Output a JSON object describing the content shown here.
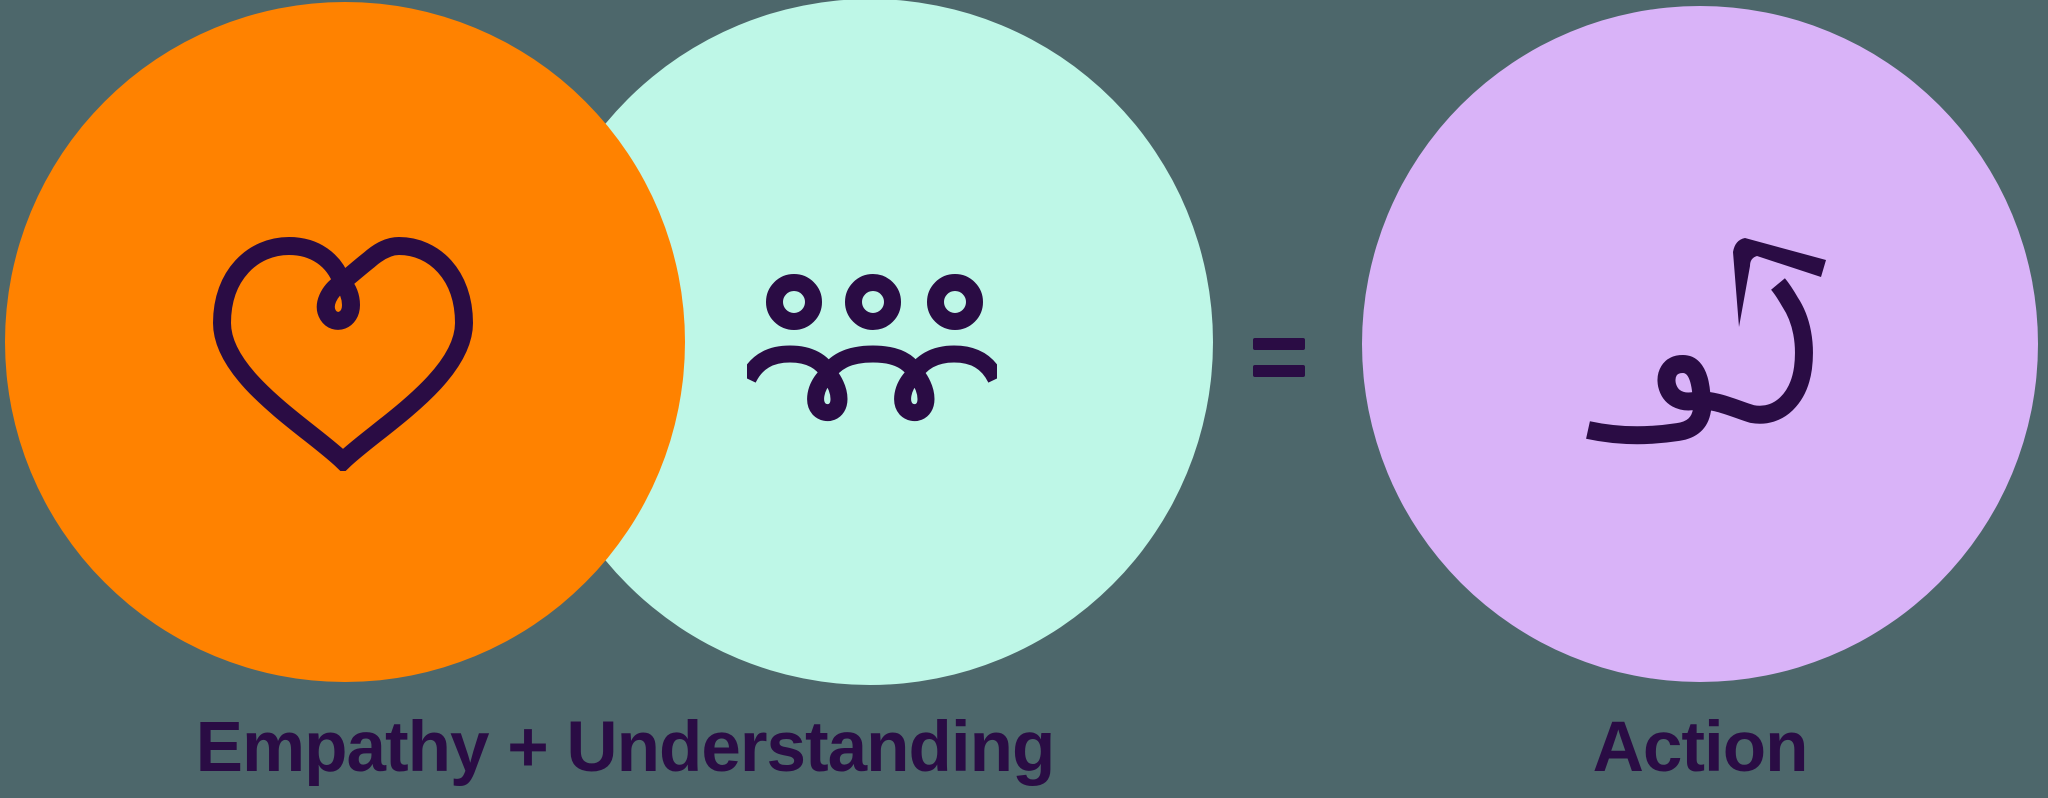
{
  "title": "Empathy plus Understanding equals Action diagram",
  "colors": {
    "background": "#4D676B",
    "empathy_circle": "#FF8200",
    "understanding_circle": "#BEF7E7",
    "action_circle": "#D9B3F8",
    "ink": "#2A0C44"
  },
  "diagram": {
    "empathy_icon": "heart-with-loop",
    "understanding_icon": "three-people-group",
    "action_icon": "scribble-arrow",
    "equals_symbol": "=",
    "left_label": "Empathy + Understanding",
    "right_label": "Action"
  }
}
